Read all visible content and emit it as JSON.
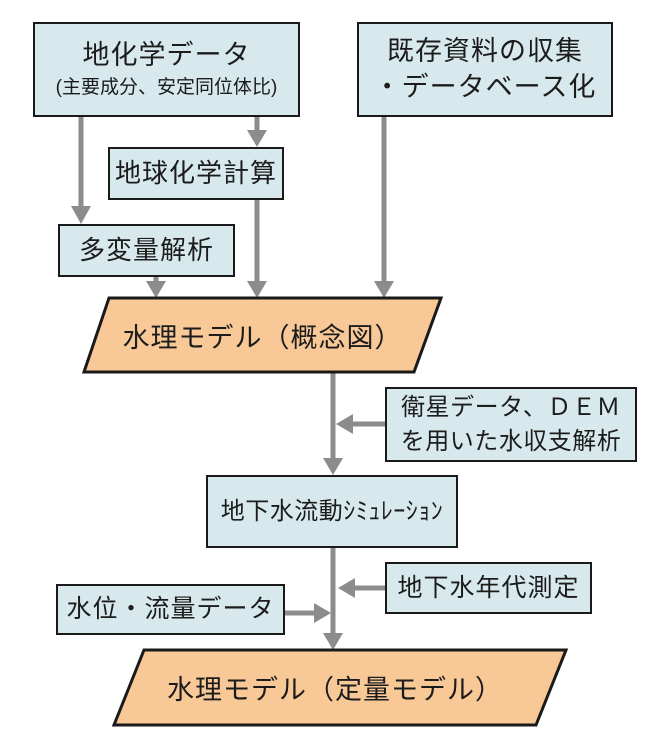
{
  "diagram_title": "hydrological-model-development-flowchart",
  "colors": {
    "box_fill": "#d7e9ec",
    "process_fill": "#f8c897",
    "arrow": "#8c8c8c",
    "border": "#1a1a1a",
    "text": "#1c1c1c",
    "background": "#ffffff"
  },
  "nodes": {
    "geochem_data": {
      "line1": "地化学データ",
      "line2": "(主要成分、安定同位体比)"
    },
    "existing_docs": {
      "line1": "既存資料の収集",
      "line2": "・データベース化"
    },
    "geochem_calc": {
      "label": "地球化学計算"
    },
    "multivariate": {
      "label": "多変量解析"
    },
    "conceptual_model": {
      "label": "水理モデル（概念図）"
    },
    "satellite_dem": {
      "line1": "衛星データ、ＤＥＭ",
      "line2": "を用いた水収支解析"
    },
    "gw_flow_sim": {
      "label": "地下水流動ｼﾐｭﾚｰｼｮﾝ"
    },
    "gw_age": {
      "label": "地下水年代測定"
    },
    "water_level": {
      "label": "水位・流量データ"
    },
    "quantitative_model": {
      "label": "水理モデル（定量モデル）"
    }
  }
}
